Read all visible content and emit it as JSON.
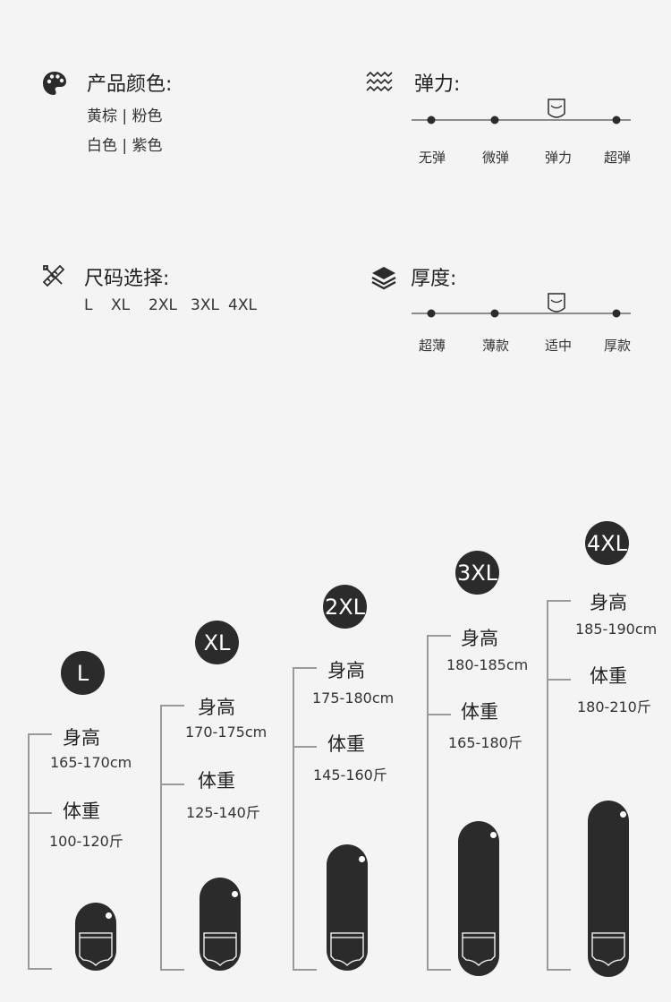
{
  "color": {
    "title": "产品颜色:",
    "line1": "黄棕 | 粉色",
    "line2": "白色 | 紫色"
  },
  "elasticity": {
    "title": "弹力:",
    "options": [
      "无弹",
      "微弹",
      "弹力",
      "超弹"
    ],
    "selected": "弹力"
  },
  "size_select": {
    "title": "尺码选择:",
    "sizes": [
      "L",
      "XL",
      "2XL",
      "3XL",
      "4XL"
    ]
  },
  "thickness": {
    "title": "厚度:",
    "options": [
      "超薄",
      "薄款",
      "适中",
      "厚款"
    ],
    "selected": "适中"
  },
  "size_chart": [
    {
      "size": "L",
      "height_label": "身高",
      "height": "165-170cm",
      "weight_label": "体重",
      "weight": "100-120斤"
    },
    {
      "size": "XL",
      "height_label": "身高",
      "height": "170-175cm",
      "weight_label": "体重",
      "weight": "125-140斤"
    },
    {
      "size": "2XL",
      "height_label": "身高",
      "height": "175-180cm",
      "weight_label": "体重",
      "weight": "145-160斤"
    },
    {
      "size": "3XL",
      "height_label": "身高",
      "height": "180-185cm",
      "weight_label": "体重",
      "weight": "165-180斤"
    },
    {
      "size": "4XL",
      "height_label": "身高",
      "height": "185-190cm",
      "weight_label": "体重",
      "weight": "180-210斤"
    }
  ],
  "colors": {
    "dark": "#2b2b2b",
    "background": "#f4f4f4",
    "line": "#9a9a9a"
  },
  "icons": [
    "palette-icon",
    "wave-icon",
    "ruler-pencil-icon",
    "layers-icon",
    "underwear-icon"
  ]
}
